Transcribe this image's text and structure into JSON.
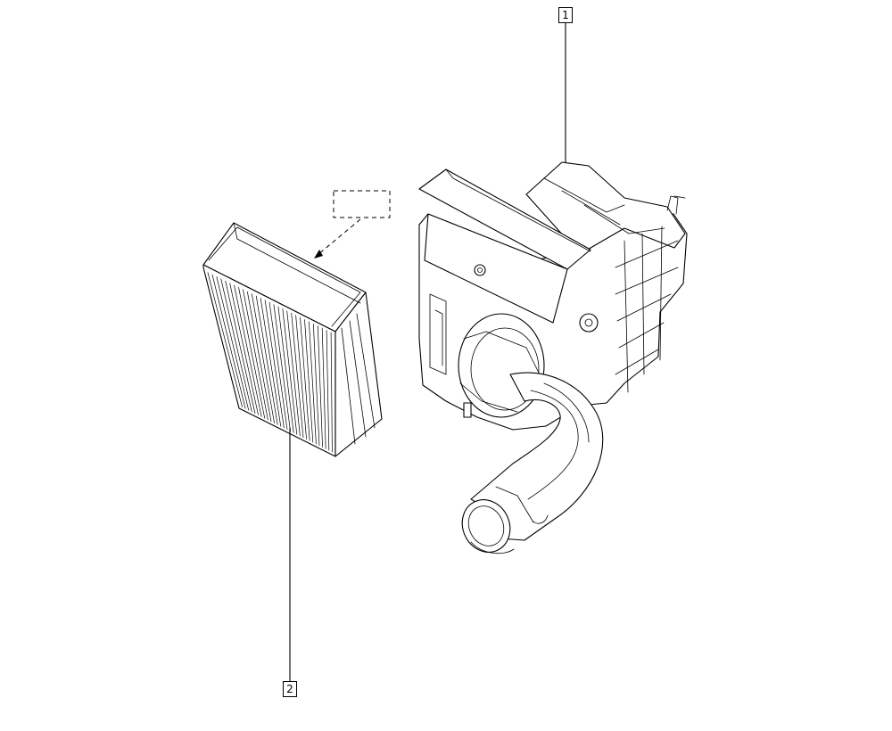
{
  "callouts": [
    {
      "label": "1",
      "part": "air-filter-housing"
    },
    {
      "label": "2",
      "part": "air-filter-element"
    }
  ]
}
